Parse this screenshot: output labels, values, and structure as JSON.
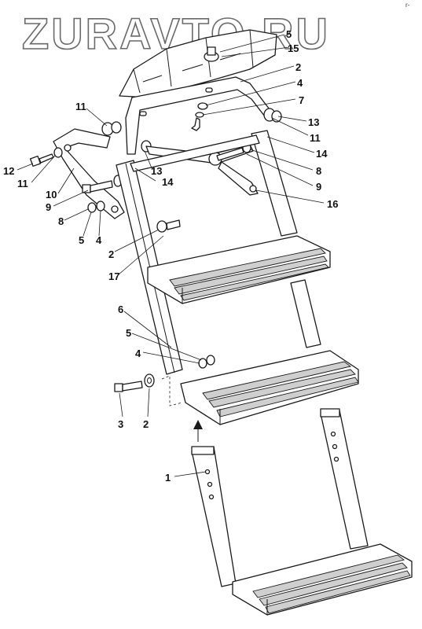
{
  "watermark": "ZURAVTO.RU",
  "corner_mark": "r-",
  "callouts": [
    {
      "id": "c-5-top",
      "text": "5"
    },
    {
      "id": "c-15",
      "text": "15"
    },
    {
      "id": "c-2-top",
      "text": "2"
    },
    {
      "id": "c-4-top",
      "text": "4"
    },
    {
      "id": "c-7",
      "text": "7"
    },
    {
      "id": "c-13-right",
      "text": "13"
    },
    {
      "id": "c-11-right",
      "text": "11"
    },
    {
      "id": "c-14-right",
      "text": "14"
    },
    {
      "id": "c-8-right",
      "text": "8"
    },
    {
      "id": "c-9-right",
      "text": "9"
    },
    {
      "id": "c-16",
      "text": "16"
    },
    {
      "id": "c-11-left-top",
      "text": "11"
    },
    {
      "id": "c-13-left",
      "text": "13"
    },
    {
      "id": "c-14-left",
      "text": "14"
    },
    {
      "id": "c-12",
      "text": "12"
    },
    {
      "id": "c-11-left",
      "text": "11"
    },
    {
      "id": "c-10",
      "text": "10"
    },
    {
      "id": "c-9-left",
      "text": "9"
    },
    {
      "id": "c-8-left",
      "text": "8"
    },
    {
      "id": "c-5-left",
      "text": "5"
    },
    {
      "id": "c-4-left",
      "text": "4"
    },
    {
      "id": "c-2-mid",
      "text": "2"
    },
    {
      "id": "c-17",
      "text": "17"
    },
    {
      "id": "c-6",
      "text": "6"
    },
    {
      "id": "c-5-lower",
      "text": "5"
    },
    {
      "id": "c-4-lower",
      "text": "4"
    },
    {
      "id": "c-3",
      "text": "3"
    },
    {
      "id": "c-2-lower",
      "text": "2"
    },
    {
      "id": "c-1",
      "text": "1"
    }
  ]
}
